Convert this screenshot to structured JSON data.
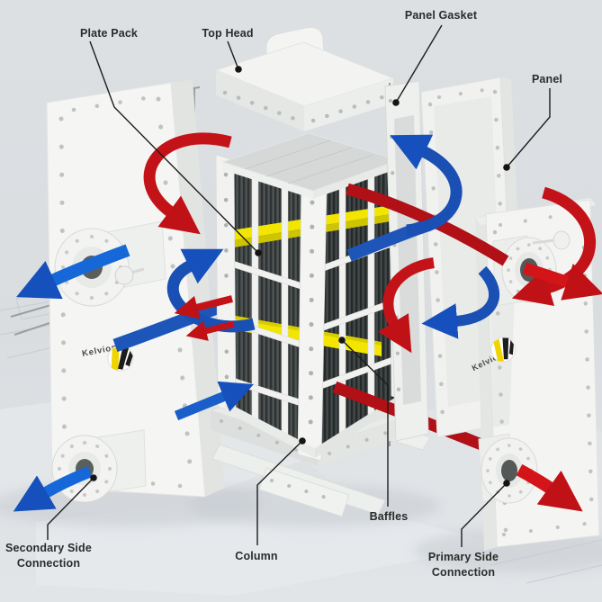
{
  "diagram": {
    "brand": "Kelvion",
    "labels": {
      "plate_pack": "Plate Pack",
      "top_head": "Top Head",
      "panel_gasket": "Panel Gasket",
      "panel": "Panel",
      "secondary_side_line1": "Secondary Side",
      "secondary_side_line2": "Connection",
      "column": "Column",
      "baffles": "Baffles",
      "primary_side_line1": "Primary Side",
      "primary_side_line2": "Connection"
    },
    "colors": {
      "background": "#dbdfe2",
      "secondary_flow_blue": "#1a4fb4",
      "primary_flow_red": "#c41318",
      "baffle_yellow": "#f2e600",
      "body_white": "#f4f5f3",
      "label_text": "#2b2b2b"
    }
  }
}
